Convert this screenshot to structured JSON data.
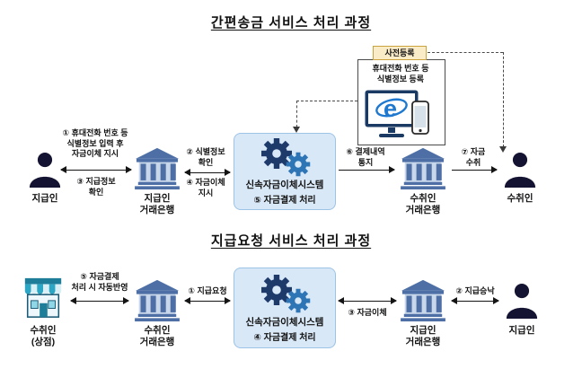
{
  "simple_transfer": {
    "title": "간편송금 서비스 처리 과정",
    "nodes": {
      "payer": "지급인",
      "payer_bank": "지급인\n거래은행",
      "system_name": "신속자금이체시스템",
      "system_step": "⑤ 자금결제 처리",
      "payee_bank": "수취인\n거래은행",
      "payee": "수취인"
    },
    "steps": {
      "s1": "① 휴대전화 번호 등\n식별정보 입력 후\n자금이체 지시",
      "s2": "② 식별정보\n확인",
      "s3": "③ 지급정보\n확인",
      "s4": "④ 자금이체\n지시",
      "s6": "⑥ 결제내역\n통지",
      "s7": "⑦ 자금\n수취"
    },
    "prereg": {
      "tag": "사전등록",
      "text": "휴대전화 번호 등\n식별정보 등록"
    }
  },
  "payment_request": {
    "title": "지급요청 서비스 처리 과정",
    "nodes": {
      "merchant": "수취인\n(상점)",
      "merchant_bank": "수취인\n거래은행",
      "system_name": "신속자금이체시스템",
      "system_step": "④ 자금결제 처리",
      "payer_bank": "지급인\n거래은행",
      "payer": "지급인"
    },
    "steps": {
      "s1": "① 지급요청",
      "s2": "② 지급승낙",
      "s3": "③ 자금이체",
      "s5": "⑤ 자금결제\n처리 시 자동반영"
    }
  },
  "icons": {
    "ie_letter": "e"
  },
  "colors": {
    "bank": "#4d6fa6",
    "person": "#141432",
    "system_box_bg": "#d9e8f7",
    "gear_dark": "#1d3a6b",
    "gear_blue": "#2e75b6",
    "store_teal": "#2ba6c4"
  }
}
